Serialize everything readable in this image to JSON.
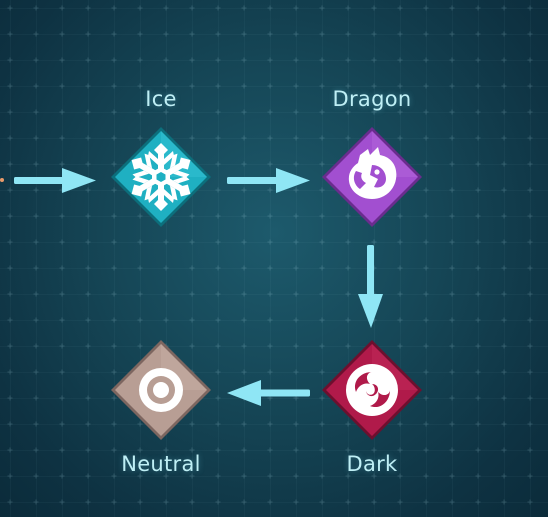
{
  "screen": {
    "title": ""
  },
  "nodes": [
    {
      "id": "ice",
      "label": "Ice",
      "color": "#1fb0c2",
      "icon": "snowflake-icon"
    },
    {
      "id": "dragon",
      "label": "Dragon",
      "color": "#a24fd0",
      "icon": "dragon-head-icon"
    },
    {
      "id": "dark",
      "label": "Dark",
      "color": "#b01a4a",
      "icon": "swirl-icon"
    },
    {
      "id": "neutral",
      "label": "Neutral",
      "color": "#b89e94",
      "icon": "target-rings-icon"
    }
  ],
  "arrows": [
    {
      "from": "offscreen-left",
      "to": "ice",
      "direction": "right"
    },
    {
      "from": "ice",
      "to": "dragon",
      "direction": "right"
    },
    {
      "from": "dragon",
      "to": "dark",
      "direction": "down"
    },
    {
      "from": "dark",
      "to": "neutral",
      "direction": "left"
    }
  ],
  "theme": {
    "arrow_color": "#8fe6f5",
    "label_color": "#bfeff5",
    "background": "#154555"
  }
}
